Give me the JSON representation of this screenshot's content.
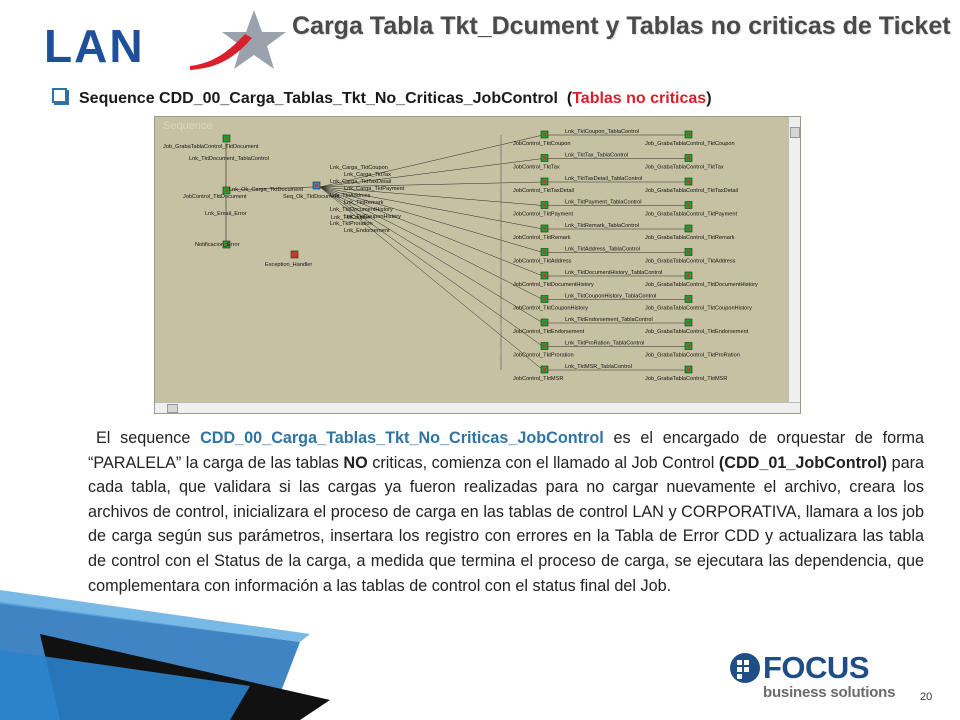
{
  "header": {
    "logo_text": "LAN",
    "title": "Carga Tabla Tkt_Dcument y Tablas no criticas de Ticket"
  },
  "bullet": {
    "sequence_name": "Sequence CDD_00_Carga_Tablas_Tkt_No_Criticas_JobControl",
    "paren_open": "(",
    "paren_text": "Tablas no criticas",
    "paren_close": ")"
  },
  "diagram": {
    "watermark": "Sequence",
    "left_nodes": [
      "Job_GrabaTablaControl_TktDocument",
      "Lnk_TktDocument_TablaControl",
      "JobControl_TktDocument",
      "Lnk_Ok_Carga_TktDocument",
      "Seq_Ok_TktDocument",
      "Lnk_Email_Error",
      "Notificacion_Error",
      "Exception_Handler",
      "Lnk_TktCoupon"
    ],
    "fan_labels": [
      "Lnk_Carga_TktCoupon",
      "Lnk_Carga_TktTax",
      "Lnk_Carga_TktTaxDetail",
      "Lnk_Carga_TktPayment",
      "Lnk_TktAddress",
      "Lnk_TktRemark",
      "Lnk_TktDocumentHistory",
      "Lnk_TktCouponHistory",
      "Lnk_TktProration",
      "Lnk_Endorsement"
    ],
    "rows": [
      {
        "link": "Lnk_TktCoupon_TablaControl",
        "job": "JobControl_TktCoupon",
        "graba": "Job_GrabaTablaControl_TktCoupon"
      },
      {
        "link": "Lnk_TktTax_TablaControl",
        "job": "JobControl_TktTax",
        "graba": "Job_GrabaTablaControl_TktTax"
      },
      {
        "link": "Lnk_TktTaxDetail_TablaControl",
        "job": "JobControl_TktTaxDetail",
        "graba": "Job_GrabaTablaControl_TktTaxDetail"
      },
      {
        "link": "Lnk_TktPayment_TablaControl",
        "job": "JobControl_TktPayment",
        "graba": "Job_GrabaTablaControl_TktPayment"
      },
      {
        "link": "Lnk_TktRemark_TablaControl",
        "job": "JobControl_TktRemark",
        "graba": "Job_GrabaTablaControl_TktRemark"
      },
      {
        "link": "Lnk_TktAddress_TablaControl",
        "job": "JobControl_TktAddress",
        "graba": "Job_GrabaTablaControl_TktAddress"
      },
      {
        "link": "Lnk_TktDocumentHistory_TablaControl",
        "job": "JobControl_TktDocumentHistory",
        "graba": "Job_GrabaTablaControl_TktDocumentHistory"
      },
      {
        "link": "Lnk_TktCouponHistory_TablaControl",
        "job": "JobControl_TktCouponHistory",
        "graba": "Job_GrabaTablaControl_TktCouponHistory"
      },
      {
        "link": "Lnk_TktEndorsement_TablaControl",
        "job": "JobControl_TktEndorsement",
        "graba": "Job_GrabaTablaControl_TktEndorsement"
      },
      {
        "link": "Lnk_TktProRation_TablaControl",
        "job": "JobControl_TktProration",
        "graba": "Job_GrabaTablaControl_TktProRation"
      },
      {
        "link": "Lnk_TktMSR_TablaControl",
        "job": "JobControl_TktMSR",
        "graba": "Job_GrabaTablaControl_TktMSR"
      }
    ]
  },
  "paragraph": {
    "p1": "El sequence ",
    "seq": "CDD_00_Carga_Tablas_Tkt_No_Criticas_JobControl",
    "p2": " es el encargado de orquestar de forma “PARALELA” la carga de las tablas ",
    "no": "NO",
    "p3": " criticas, comienza con el llamado  al Job Control ",
    "job": "(CDD_01_JobControl)",
    "p4": " para cada tabla, que validara si las cargas ya fueron realizadas para no cargar nuevamente el archivo, creara los archivos de control, inicializara el proceso de carga en las tablas de control LAN y CORPORATIVA, llamara a los job de carga según sus parámetros, insertara los registro con errores en la Tabla de Error CDD y actualizara las tabla de control con el Status de la carga, a medida que termina el proceso de carga, se ejecutara las dependencia, que complementara con información a las tablas de control con el status final del Job."
  },
  "footer": {
    "brand": "FOCUS",
    "tagline": "business solutions",
    "page_number": "20"
  },
  "colors": {
    "accent_blue": "#2b73a8",
    "red": "#d8202a",
    "lan_blue": "#1e4f9a",
    "focus_blue": "#1f4d86"
  }
}
